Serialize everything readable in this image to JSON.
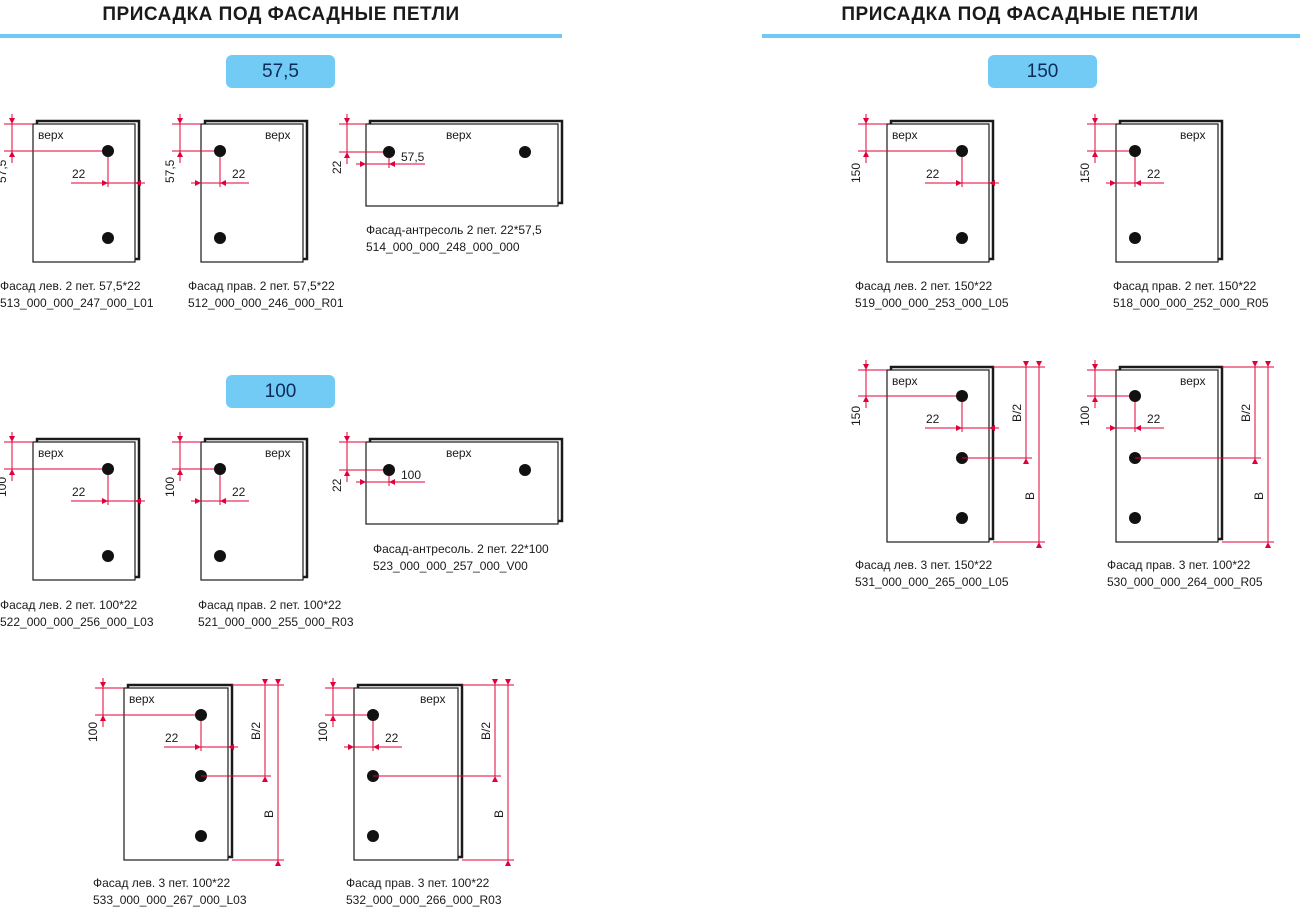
{
  "headers": {
    "left_title": "ПРИСАДКА ПОД ФАСАДНЫЕ ПЕТЛИ",
    "right_title": "ПРИСАДКА ПОД ФАСАДНЫЕ ПЕТЛИ",
    "accent_color": "#6ec9f4"
  },
  "sections": [
    {
      "label": "57,5"
    },
    {
      "label": "100"
    },
    {
      "label": "150"
    }
  ],
  "colors": {
    "dimension_line": "#e0003a",
    "panel_outline": "#1a1a1a",
    "hole": "#111111",
    "pill": "#72cbf5",
    "pill_text": "#0d2a5a"
  },
  "labels": {
    "top": "верх",
    "half_height": "В/2",
    "height": "В"
  },
  "drawings": [
    {
      "id": "575-left",
      "side": "left",
      "holes": 2,
      "orientation": "vertical",
      "offset": "57,5",
      "edge": "22",
      "caption": "Фасад лев. 2 пет. 57,5*22",
      "code": "513_000_000_247_000_L01"
    },
    {
      "id": "575-right",
      "side": "right",
      "holes": 2,
      "orientation": "vertical",
      "offset": "57,5",
      "edge": "22",
      "caption": "Фасад прав. 2 пет. 57,5*22",
      "code": "512_000_000_246_000_R01"
    },
    {
      "id": "575-mezz",
      "side": "top",
      "holes": 2,
      "orientation": "horizontal",
      "offset": "57,5",
      "edge": "22",
      "caption": "Фасад-антресоль 2 пет. 22*57,5",
      "code": "514_000_000_248_000_000"
    },
    {
      "id": "100-left",
      "side": "left",
      "holes": 2,
      "orientation": "vertical",
      "offset": "100",
      "edge": "22",
      "caption": "Фасад лев. 2 пет. 100*22",
      "code": "522_000_000_256_000_L03"
    },
    {
      "id": "100-right",
      "side": "right",
      "holes": 2,
      "orientation": "vertical",
      "offset": "100",
      "edge": "22",
      "caption": "Фасад прав. 2 пет. 100*22",
      "code": "521_000_000_255_000_R03"
    },
    {
      "id": "100-mezz",
      "side": "top",
      "holes": 2,
      "orientation": "horizontal",
      "offset": "100",
      "edge": "22",
      "caption": "Фасад-антресоль. 2 пет. 22*100",
      "code": "523_000_000_257_000_V00"
    },
    {
      "id": "100-left-3",
      "side": "left",
      "holes": 3,
      "orientation": "vertical",
      "offset": "100",
      "edge": "22",
      "caption": "Фасад лев. 3 пет. 100*22",
      "code": "533_000_000_267_000_L03"
    },
    {
      "id": "100-right-3",
      "side": "right",
      "holes": 3,
      "orientation": "vertical",
      "offset": "100",
      "edge": "22",
      "caption": "Фасад прав. 3 пет. 100*22",
      "code": "532_000_000_266_000_R03"
    },
    {
      "id": "150-left",
      "side": "left",
      "holes": 2,
      "orientation": "vertical",
      "offset": "150",
      "edge": "22",
      "caption": "Фасад лев. 2 пет. 150*22",
      "code": "519_000_000_253_000_L05"
    },
    {
      "id": "150-right",
      "side": "right",
      "holes": 2,
      "orientation": "vertical",
      "offset": "150",
      "edge": "22",
      "caption": "Фасад прав. 2 пет. 150*22",
      "code": "518_000_000_252_000_R05"
    },
    {
      "id": "150-left-3",
      "side": "left",
      "holes": 3,
      "orientation": "vertical",
      "offset": "150",
      "edge": "22",
      "caption": "Фасад лев. 3 пет. 150*22",
      "code": "531_000_000_265_000_L05"
    },
    {
      "id": "150-right-3",
      "side": "right",
      "holes": 3,
      "orientation": "vertical",
      "offset": "100",
      "edge": "22",
      "caption": "Фасад прав. 3 пет. 100*22",
      "code": "530_000_000_264_000_R05"
    }
  ]
}
